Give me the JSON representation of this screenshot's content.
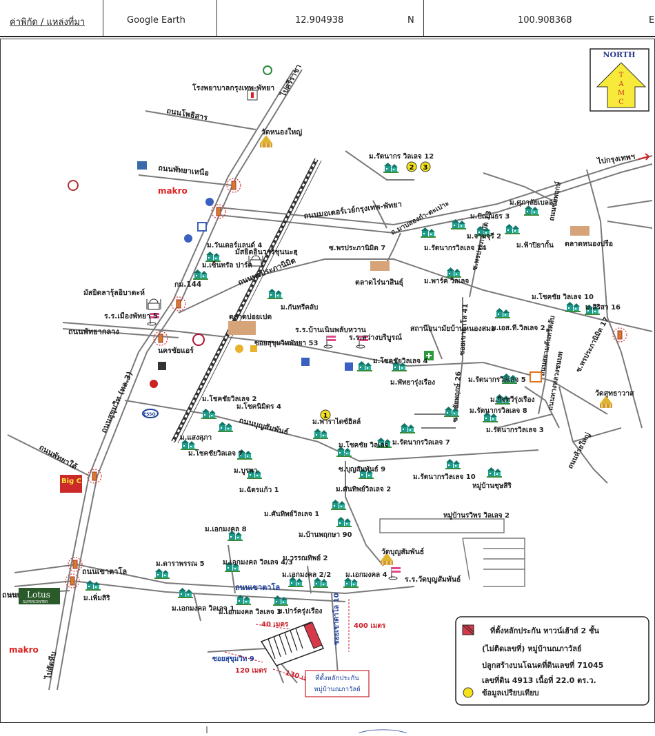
{
  "header": {
    "label": "ค่าพิกัด / แหล่งที่มา",
    "source": "Google Earth",
    "latitude": "12.904938",
    "lat_dir": "N",
    "longitude": "100.908368",
    "lon_dir": "E"
  },
  "north_arrow": {
    "north": "NORTH",
    "letters": [
      "T",
      "A",
      "M",
      "C"
    ]
  },
  "colors": {
    "road": "#7a7a7a",
    "railway": "#333333",
    "village_icon": "#1a9a8a",
    "subject_box": "#d63a4a",
    "comparable_marker": "#f5e21a",
    "annotation": "#c8202a"
  },
  "roads": {
    "r1": "ถนนโพธิสาร",
    "r2": "ถนนพัทยาเหนือ",
    "r3": "ถนนมอเตอร์เวย์กรุงเทพ-พัทยา",
    "r4": "ถนนพรประภานิมิต",
    "r5": "ถนนพัทยากลาง",
    "r6": "ถนนสุขุมวิท (ทล.3)",
    "r7": "ถนนบุญสัมพันธ์",
    "r8": "ถนนพัทยาใต้",
    "r9": "ถนนเขาตาโล",
    "r10": "ถนนเทพประสิทธิ์",
    "r11": "ถนนเขาตาโล",
    "r12": "ถ.มาบสองกำ-ตะเปาะ",
    "r13": "ถนนชัยพฤกษ์",
    "r14": "ซ.พรประภานิมิต 13",
    "r15": "ซ.พรประภานิมิต 17",
    "r16": "ถนนสยามคันทรีคลับ",
    "r17": "ถนนห้วยใหญ่",
    "r18": "ซอยสุขุมวิทพัทยา 53",
    "r19": "ซอยเขาตาโล 10",
    "r20": "ซอยชัยพฤกษ์ 26",
    "r21": "ซอยเขาตาโล 41",
    "r22": "ถนนทางหลวงชนบท",
    "r23": "ซอยสุขุมวิท 9",
    "r24": "ซ.พรประภานิมิต 7"
  },
  "directions": {
    "d1": "ไปศรีราชา",
    "d2": "ไปกรุงเทพฯ",
    "d3": "ไปสัตหีบ"
  },
  "places": {
    "p1": "โรงพยาบาลกรุงเทพ-พัทยา",
    "p2": "วัดหนองใหญ่",
    "p3": "makro",
    "p4": "มัสยิดอินวาริชุนนะฮฺ",
    "p5": "ตลาดไร่นาสินธุ์",
    "p6": "กม.144",
    "p7": "มัสยิดลารุ้ลอิบาดะห์",
    "p8": "ร.ร.เมืองพัทยา 5",
    "p9": "ตลาดบ่อยเปด",
    "p10": "ร.ร.บ้านเนินพลับหวาน",
    "p11": "ร.ร.สว่างบริบูรณ์",
    "p12": "สถานีอนามัยบ้านหนองสมอ",
    "p13": "นครชัยแอร์",
    "p14": "ตลาดหนองปรือ",
    "p15": "วัดสุทธาวาส",
    "p16": "Big C",
    "p17": "Lotus",
    "p18": "SUPERCENTER",
    "p19": "makro",
    "p20": "วัดบุญสัมพันธ์",
    "p21": "ร.ร.วัดบุญสัมพันธ์",
    "p22": "ESSO"
  },
  "villages": {
    "v1": "ม.รัตนากร วิลเลจ 12",
    "v2": "ม.วันเดอร์แลนด์ 4",
    "v3": "ม.เซ็นทรัล ปาร์ค",
    "v4": "ม.กันทรีคลับ",
    "v5": "ม.ปัณณธร 3",
    "v6": "ม.จามจุรี 2",
    "v7": "ม.รัตนากรวิลเลจ 14",
    "v8": "ม.พาร์ค วิลเลจ",
    "v9": "ม.ศุภาลัยเบลล่า",
    "v10": "ม.ฟ้าปิยากั้น",
    "v11": "ม.โชคชัย วิลเลจ 10",
    "v12": "ม.สิริสา 16",
    "v13": "ม.เอส.ที.วิลเลจ 2",
    "v14": "ม.โชคชัยวิลเลจ 4",
    "v15": "ม.พัทยารุ่งเรือง",
    "v16": "ม.รัตนากรวิลเลจ 5",
    "v17": "ม.กิจทวีรุ่งเรือง",
    "v18": "ม.รัตนากรวิลเลจ 8",
    "v19": "ม.รัตนากรวิลเลจ 3",
    "v20": "ม.โชคชัยวิลเลจ 2",
    "v21": "ม.โชคนิมิตร 4",
    "v22": "ม.แสงสุภา",
    "v23": "ม.โชคชัยวิลเลจ 7",
    "v24": "ม.พาราไดซ์ฮิลล์",
    "v25": "ม.บูรพา",
    "v26": "ม.ฉัตรแก้ว 1",
    "v27": "ม.โชคชัย วิลเลจ",
    "v28": "ม.รัตนากรวิลเลจ 7",
    "v29": "ซ.บุญสัมพันธ์ 9",
    "v30": "ม.ศันทิพย์วิลเลจ 2",
    "v31": "ม.รัตนากรวิลเลจ 10",
    "v32": "หมู่บ้านชุษสิริ",
    "v33": "ม.ศันทิพย์วิลเลจ 1",
    "v34": "ม.บ้านพฤกษา 90",
    "v35": "หมู่บ้านรวิพร วิลเลจ 2",
    "v36": "ม.เอกมงคล 8",
    "v37": "ม.ดาราพรรณ 5",
    "v38": "ม.เอกมงคล วิลเลจ 4/3",
    "v39": "ม.วรรณทิพย์ 2",
    "v40": "ม.เอกมงคล 2/2",
    "v41": "ม.เอกมงคล 4",
    "v42": "ม.เพิ่มสิริ",
    "v43": "ม.เอกมงคล วิลเลจ 1",
    "v44": "ม.เอกมงคล วิลเลจ 3",
    "v45": "ม.ปาร์ครุ่งเรือง"
  },
  "markers": {
    "m1": "1",
    "m2": "2",
    "m3": "3"
  },
  "distances": {
    "a": "40 เมตร",
    "b": "400 เมตร",
    "c": "120 เมตร",
    "d": "130 เมตร"
  },
  "subject_label": [
    "ที่ตั้งหลักประกัน",
    "หมู่บ้านณภาวัลย์"
  ],
  "legend": {
    "line1": "ที่ตั้งหลักประกัน ทาวน์เฮ้าส์ 2 ชั้น",
    "line2": "(ไม่ติดเลขที่) หมู่บ้านณภาวัลย์",
    "line3": "ปลูกสร้างบนโฉนดที่ดินเลขที่ 71045",
    "line4": "เลขที่ดิน 4913 เนื้อที่ 22.0 ตร.ว.",
    "line5": "ข้อมูลเปรียบเทียบ"
  }
}
